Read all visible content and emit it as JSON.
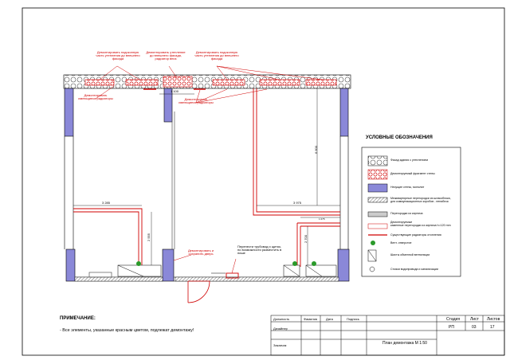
{
  "colors": {
    "demolish": "#d00000",
    "wall_blue": "#8a88d8",
    "hatch": "#000000"
  },
  "callouts": {
    "c1": [
      "Демонтировать подоконную",
      "часть утепления до внешнего",
      "фасада"
    ],
    "c2": [
      "Демонтировать утепление",
      "до внешнего фасада,",
      "радиатор вниз"
    ],
    "c3": [
      "Демонтировать подоконную",
      "часть утепления до внешнего",
      "фасада"
    ],
    "c4": [
      "Демонтировать",
      "имеющиеся радиаторы"
    ],
    "c5": [
      "Демонтировать",
      "имеющиеся радиаторы"
    ],
    "c6": [
      "Демонтировать и",
      "сохранить дверь"
    ],
    "c7": [
      "Перенести трубовод и щиток,",
      "по возможности разместить в",
      "нише"
    ]
  },
  "dimensions": {
    "d1": "1 100",
    "d2": "6 600",
    "d3": "3 285",
    "d4": "3 975",
    "d5": "2 555",
    "d6": "2 700",
    "d7": "1 075"
  },
  "legend": {
    "title": "УСЛОВНЫЕ ОБОЗНАЧЕНИЯ",
    "items": [
      {
        "label": "Фасад здания с утеплением",
        "icon": "insulation-hatch"
      },
      {
        "label": "Демонтируемый фрагмент стены",
        "icon": "demolish-hatch"
      },
      {
        "label": "Несущие стены, монолит",
        "icon": "bearing-wall"
      },
      {
        "label": "Межквартирные перегородки из шлакоблока,\nдля коммуникационных коробов - пенаблок",
        "icon": "block-partition"
      },
      {
        "label": "Перегородки из кирпича",
        "icon": "brick-partition"
      },
      {
        "label": "Демонтируемые\nкаменные перегородки из кирпича h=120 mm",
        "icon": "demolish-partition"
      },
      {
        "label": "Существующие радиаторы отопления",
        "icon": "radiator"
      },
      {
        "label": "Вент. отверстие",
        "icon": "vent-hole"
      },
      {
        "label": "Шахты обменной вентиляции",
        "icon": "vent-shaft"
      },
      {
        "label": "Стояки водопровода и канализации",
        "icon": "pipe-riser"
      }
    ]
  },
  "note": {
    "title": "ПРИМЕЧАНИЕ:",
    "text": "- Все элементы, указанные красным цветом, подлежат демонтажу!"
  },
  "title_block": {
    "roles": [
      "Дизайнер",
      "Заказчик"
    ],
    "headers": [
      "Должность",
      "Фамилия",
      "Дата",
      "Подпись"
    ],
    "stage_label": "Стадия",
    "sheet_label": "Лист",
    "sheets_label": "Листов",
    "stage": "РП",
    "sheet": "03",
    "sheets": "17",
    "title": "План демонтажа М 1:50"
  }
}
